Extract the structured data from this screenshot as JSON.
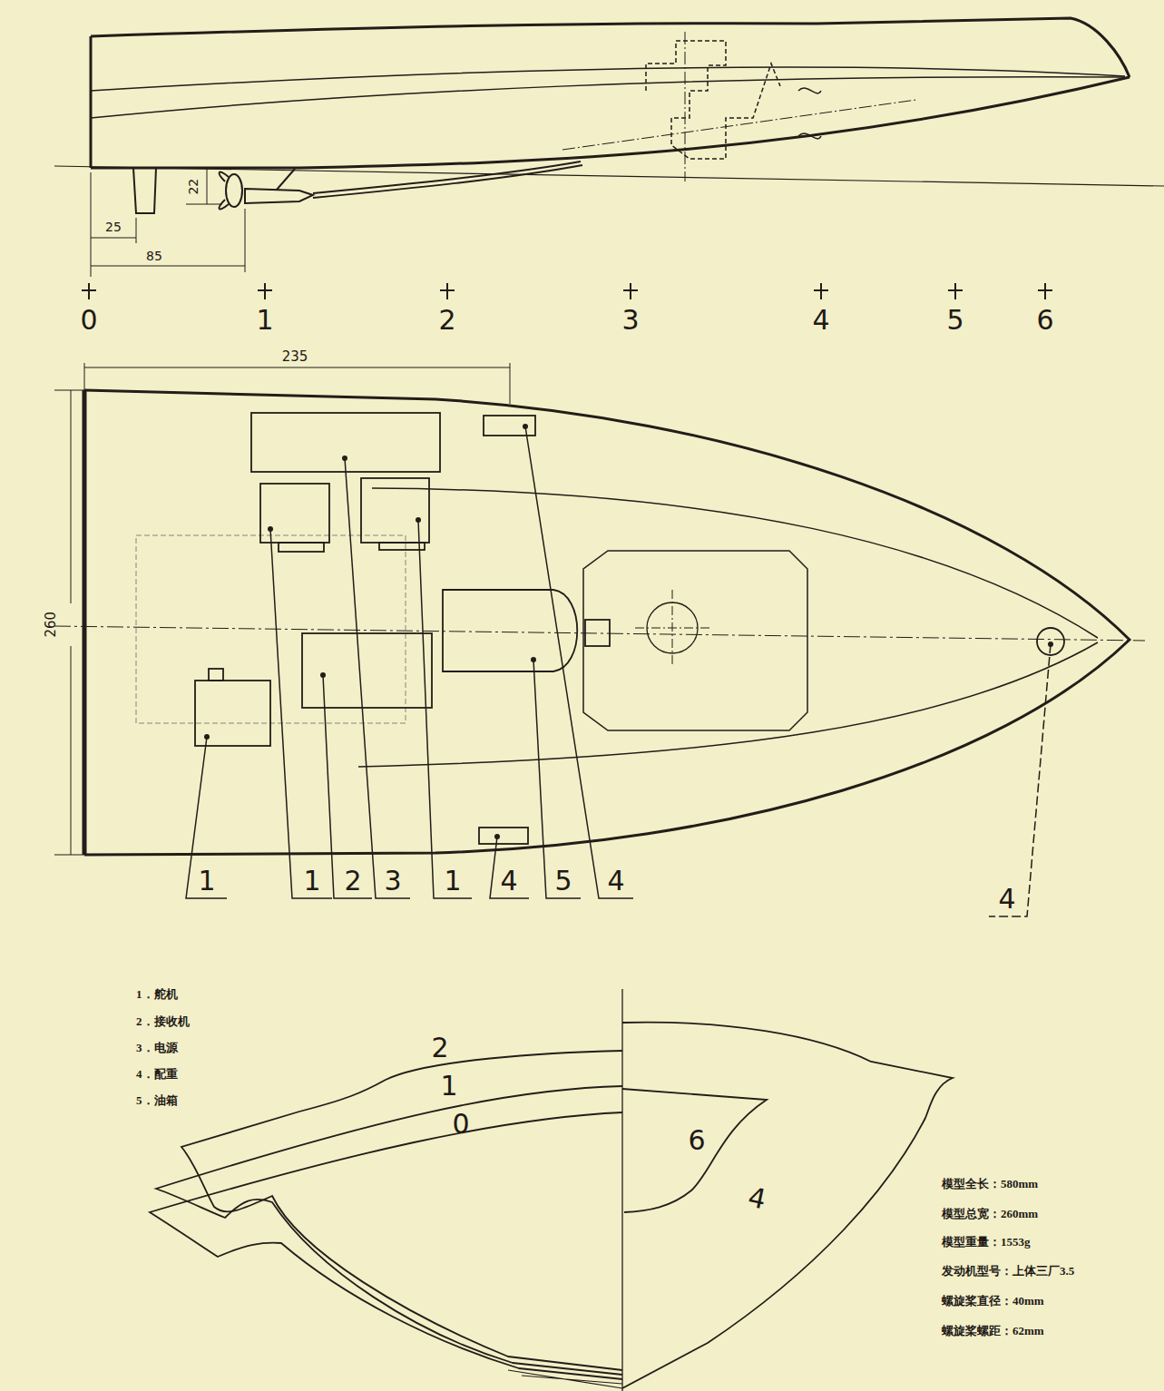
{
  "diagram": {
    "labels": [
      "0",
      "1",
      "2",
      "3",
      "4",
      "5",
      "6",
      "25",
      "85",
      "22",
      "235",
      "260",
      "1",
      "1",
      "2",
      "3",
      "1",
      "4",
      "5",
      "4",
      "4",
      "1．舵机",
      "2．接收机",
      "3．电源",
      "4．配重",
      "5．油箱",
      "2",
      "1",
      "0",
      "6",
      "4",
      "模型全长：580mm",
      "模型总宽：260mm",
      "模型重量：1553g",
      "发动机型号：上体三厂3.5",
      "螺旋桨直径：40mm",
      "螺旋桨螺距：62mm"
    ]
  }
}
